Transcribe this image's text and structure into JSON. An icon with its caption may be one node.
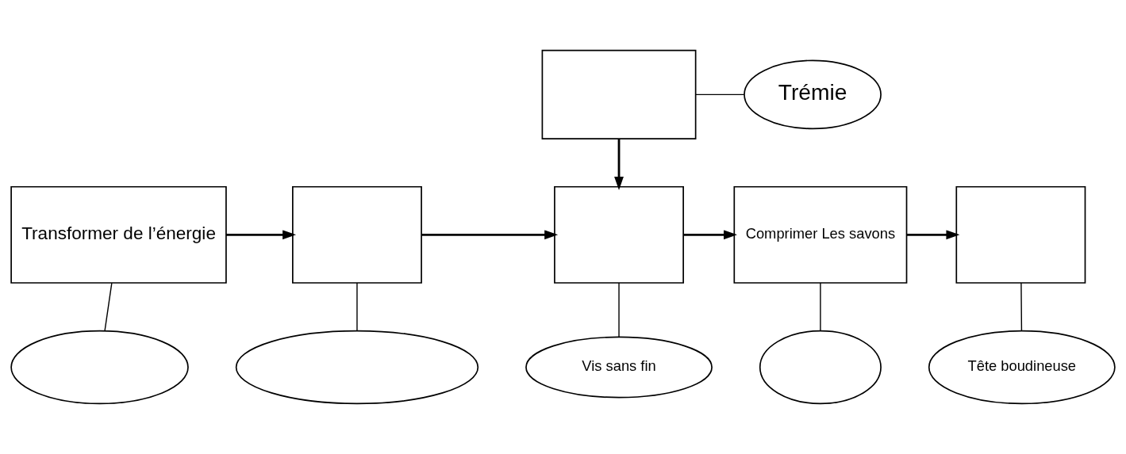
{
  "diagram": {
    "nodes": [
      {
        "text": [],
        "shape": "box"
      },
      {
        "text": [
          "Trémie"
        ]
      },
      {
        "text": [
          "Transformer de l’énergie"
        ]
      },
      {
        "text": [],
        "shape": "box"
      },
      {
        "text": [],
        "shape": "box"
      },
      {
        "text": [
          "Comprimer Les savons"
        ]
      },
      {
        "text": [],
        "shape": "box"
      },
      {
        "text": [],
        "shape": "ellipse"
      },
      {
        "text": [
          "Vis sans fin"
        ]
      },
      {
        "text": [
          "Tête boudineuse"
        ]
      },
      {
        "text": [],
        "shape": "ellipse"
      },
      {
        "text": [],
        "shape": "ellipse"
      }
    ],
    "edges": [
      {
        "from": 0,
        "to": 1,
        "arrow": "none"
      },
      {
        "from": 0,
        "to": 4,
        "arrow": "to"
      },
      {
        "from": 2,
        "to": 3,
        "arrow": "to"
      },
      {
        "from": 3,
        "to": 4,
        "arrow": "to"
      },
      {
        "from": 4,
        "to": 5,
        "arrow": "to"
      },
      {
        "from": 5,
        "to": 6,
        "arrow": "to"
      },
      {
        "from": 2,
        "to": 7,
        "arrow": "none"
      },
      {
        "from": 3,
        "to": 10,
        "arrow": "none"
      },
      {
        "from": 4,
        "to": 8,
        "arrow": "none"
      },
      {
        "from": 5,
        "to": 11,
        "arrow": "none"
      },
      {
        "from": 6,
        "to": 9,
        "arrow": "none"
      }
    ]
  }
}
